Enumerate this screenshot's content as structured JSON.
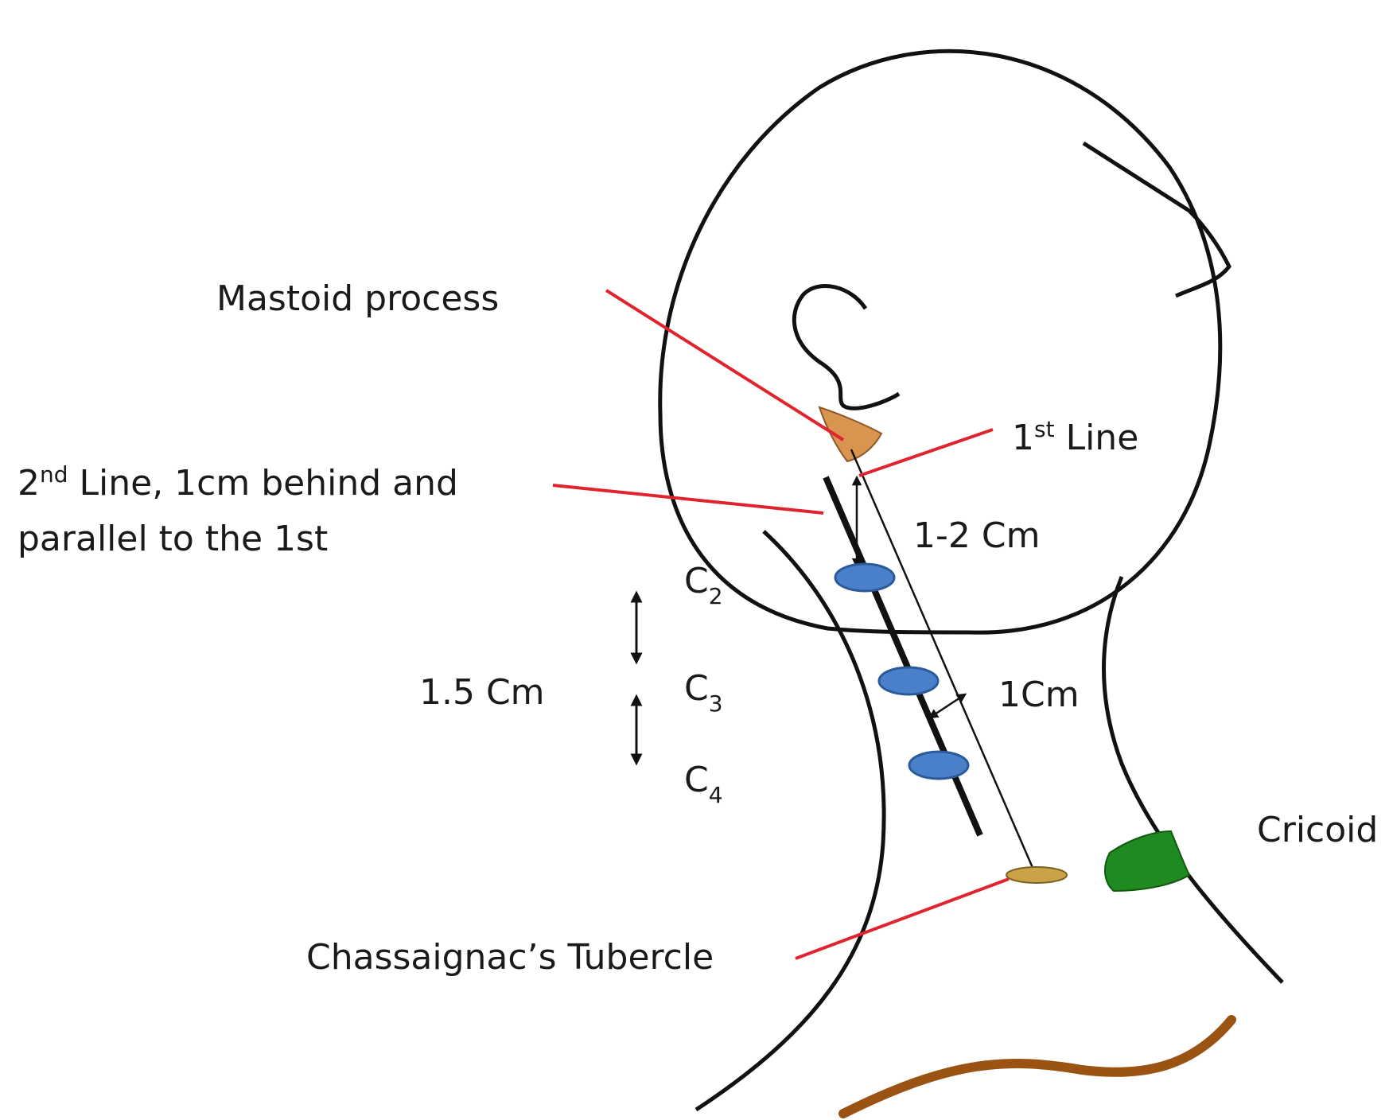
{
  "labels": {
    "mastoid": "Mastoid process",
    "first_line_num": "1",
    "first_line_sup": "st",
    "first_line_rest": " Line",
    "second_line_num": "2",
    "second_line_sup": "nd",
    "second_line_rest_1": " Line, 1cm behind and",
    "second_line_2": "parallel to the 1st",
    "dist_1_2": "1-2 Cm",
    "dist_1_5": "1.5 Cm",
    "dist_1": "1Cm",
    "c2": "C",
    "c2_sub": "2",
    "c3": "C",
    "c3_sub": "3",
    "c4": "C",
    "c4_sub": "4",
    "cricoid": "Cricoid",
    "chassaignac": "Chassaignac’s Tubercle"
  },
  "colors": {
    "outline": "#111111",
    "pointer": "#e0242e",
    "mastoid_fill": "#d9954f",
    "vertebra_fill": "#4a7fc9",
    "vertebra_stroke": "#2b5a9a",
    "cricoid_fill": "#1f8a1f",
    "tubercle_fill": "#c9a24a",
    "clavicle": "#9a5312"
  }
}
